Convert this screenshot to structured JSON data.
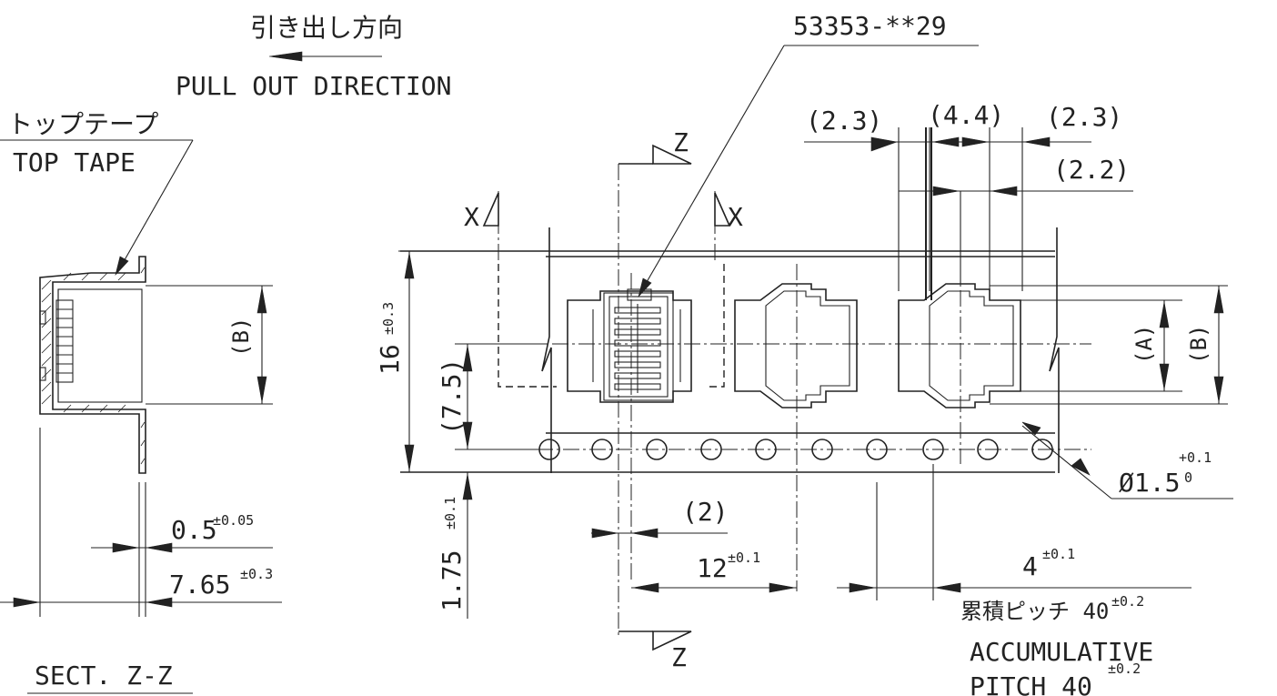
{
  "labels": {
    "pull_out_jp": "引き出し方向",
    "pull_out_en": "PULL OUT DIRECTION",
    "top_tape_jp": "トップテープ",
    "top_tape_en": "TOP TAPE",
    "part_number": "53353-**29",
    "section_title": "SECT. Z-Z",
    "cut_z_top": "Z",
    "cut_z_bottom": "Z",
    "cut_x_left": "X",
    "cut_x_right": "X",
    "dim_b_section": "(B)",
    "dim_b_main": "(B)",
    "dim_a": "(A)",
    "dim_2_3_left": "(2.3)",
    "dim_4_4": "(4.4)",
    "dim_2_3_right": "(2.3)",
    "dim_2_2": "(2.2)",
    "dim_16": "16",
    "tol_16": "±0.3",
    "dim_7_5": "(7.5)",
    "dim_1_75": "1.75",
    "tol_1_75": "±0.1",
    "dim_2": "(2)",
    "dim_12": "12",
    "tol_12": "±0.1",
    "dim_4": "4",
    "tol_4": "±0.1",
    "dim_hole": "Ø1.5",
    "tol_hole_upper": "+0.1",
    "tol_hole_lower": "0",
    "dim_0_5": "0.5",
    "tol_0_5": "±0.05",
    "dim_7_65": "7.65",
    "tol_7_65": "±0.3",
    "accum_jp": "累積ピッチ 40",
    "tol_accum_jp": "±0.2",
    "accum_en1": "ACCUMULATIVE",
    "accum_en2": "PITCH 40",
    "tol_accum_en": "±0.2"
  }
}
